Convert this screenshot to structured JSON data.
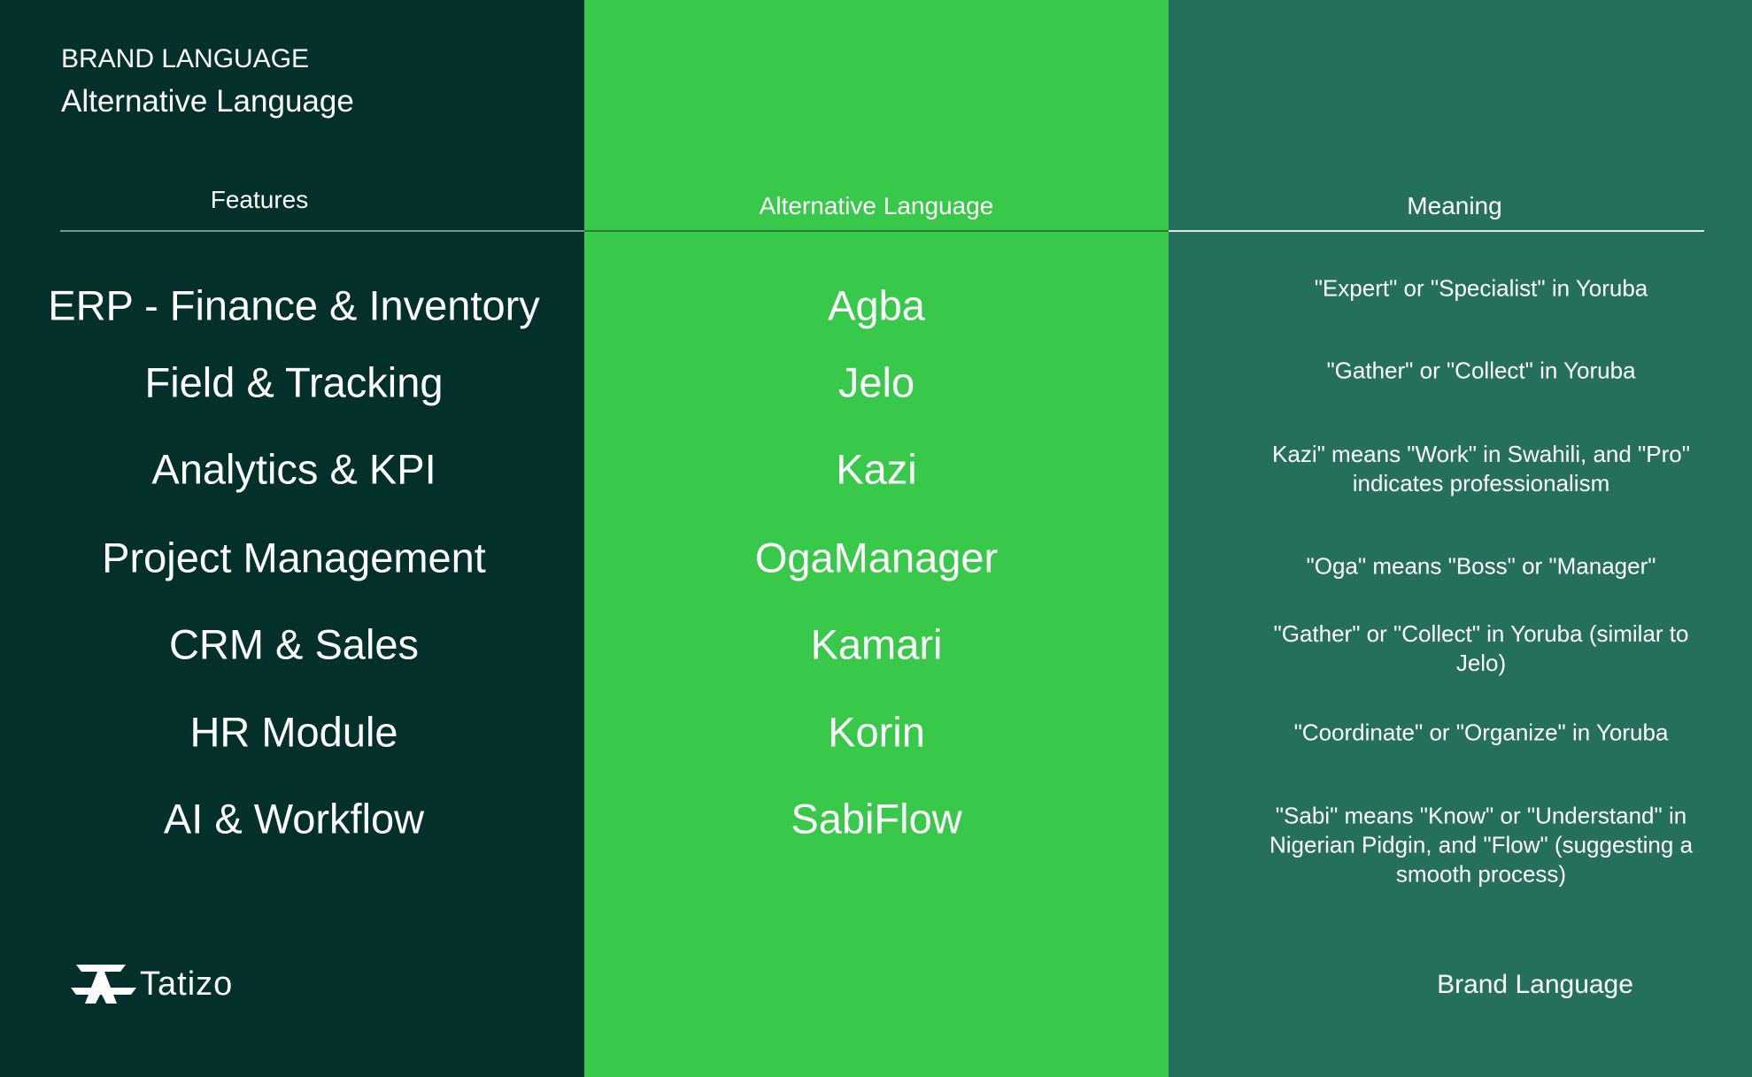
{
  "header": {
    "brand_title": "BRAND LANGUAGE",
    "subtitle": "Alternative Language"
  },
  "columns": {
    "features": "Features",
    "alternative": "Alternative Language",
    "meaning": "Meaning"
  },
  "rows": [
    {
      "feature": "ERP - Finance & Inventory",
      "alternative": "Agba",
      "meaning": "\"Expert\" or \"Specialist\" in Yoruba"
    },
    {
      "feature": "Field & Tracking",
      "alternative": "Jelo",
      "meaning": "\"Gather\" or \"Collect\" in Yoruba"
    },
    {
      "feature": "Analytics & KPI",
      "alternative": "Kazi",
      "meaning": "Kazi\" means \"Work\" in Swahili, and \"Pro\" indicates professionalism"
    },
    {
      "feature": "Project Management",
      "alternative": "OgaManager",
      "meaning": "\"Oga\" means \"Boss\" or \"Manager\""
    },
    {
      "feature": "CRM & Sales",
      "alternative": "Kamari",
      "meaning": "\"Gather\" or \"Collect\" in Yoruba (similar to Jelo)"
    },
    {
      "feature": "HR Module",
      "alternative": "Korin",
      "meaning": "\"Coordinate\" or \"Organize\" in Yoruba"
    },
    {
      "feature": "AI & Workflow",
      "alternative": "SabiFlow",
      "meaning": "\"Sabi\" means \"Know\" or \"Understand\" in Nigerian Pidgin, and \"Flow\" (suggesting a smooth process)"
    }
  ],
  "footer": {
    "logo_text": "Tatizo",
    "label": "Brand Language"
  },
  "colors": {
    "dark": "#03302a",
    "green": "#38c94a",
    "teal": "#24705c"
  }
}
